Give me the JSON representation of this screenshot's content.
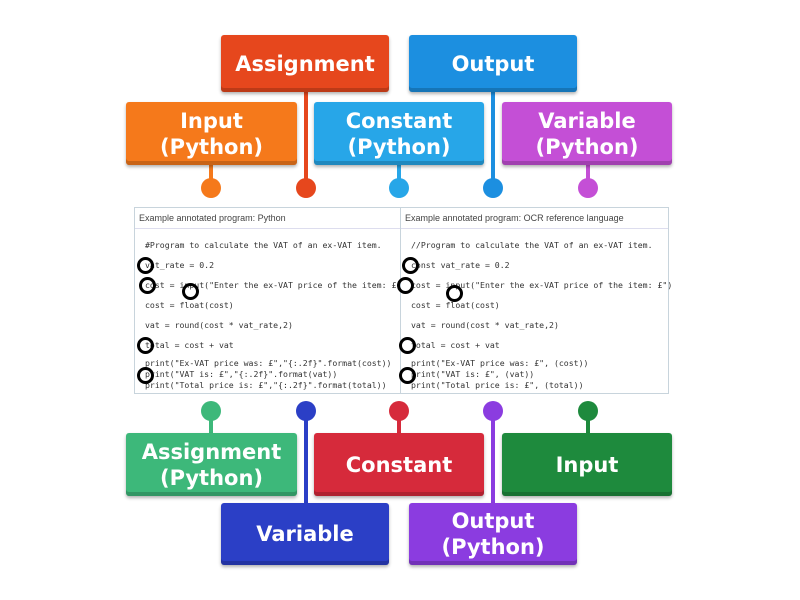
{
  "top_tiles": [
    {
      "label": "Assignment",
      "color": "#e6471d"
    },
    {
      "label": "Output",
      "color": "#1c8fe0"
    },
    {
      "label": "Input (Python)",
      "color": "#f5791b"
    },
    {
      "label": "Constant (Python)",
      "color": "#27a6e8"
    },
    {
      "label": "Variable (Python)",
      "color": "#c44fd6"
    }
  ],
  "bottom_tiles": [
    {
      "label": "Assignment (Python)",
      "color": "#3db87a"
    },
    {
      "label": "Constant",
      "color": "#d62a3b"
    },
    {
      "label": "Input",
      "color": "#1e8a3d"
    },
    {
      "label": "Variable",
      "color": "#2b3fc6"
    },
    {
      "label": "Output (Python)",
      "color": "#8b3ce0"
    }
  ],
  "python_panel": {
    "title": "Example annotated program: Python",
    "lines": [
      "#Program to calculate the VAT of an ex-VAT item.",
      "vat_rate = 0.2",
      "cost = input(\"Enter the ex-VAT price of the item: £\")",
      "cost = float(cost)",
      "vat = round(cost * vat_rate,2)",
      "total = cost + vat",
      "print(\"Ex-VAT price was: £\",\"{:.2f}\".format(cost))",
      "print(\"VAT is: £\",\"{:.2f}\".format(vat))",
      "print(\"Total price is: £\",\"{:.2f}\".format(total))"
    ]
  },
  "ocr_panel": {
    "title": "Example annotated program: OCR reference language",
    "lines": [
      "//Program to calculate the VAT of an ex-VAT item.",
      "const vat_rate = 0.2",
      "cost = input(\"Enter the ex-VAT price of the item: £\")",
      "cost = float(cost)",
      "vat = round(cost * vat_rate,2)",
      "total = cost + vat",
      "print(\"Ex-VAT price was: £\", (cost))",
      "print(\"VAT is: £\", (vat))",
      "print(\"Total price is: £\", (total))"
    ]
  }
}
